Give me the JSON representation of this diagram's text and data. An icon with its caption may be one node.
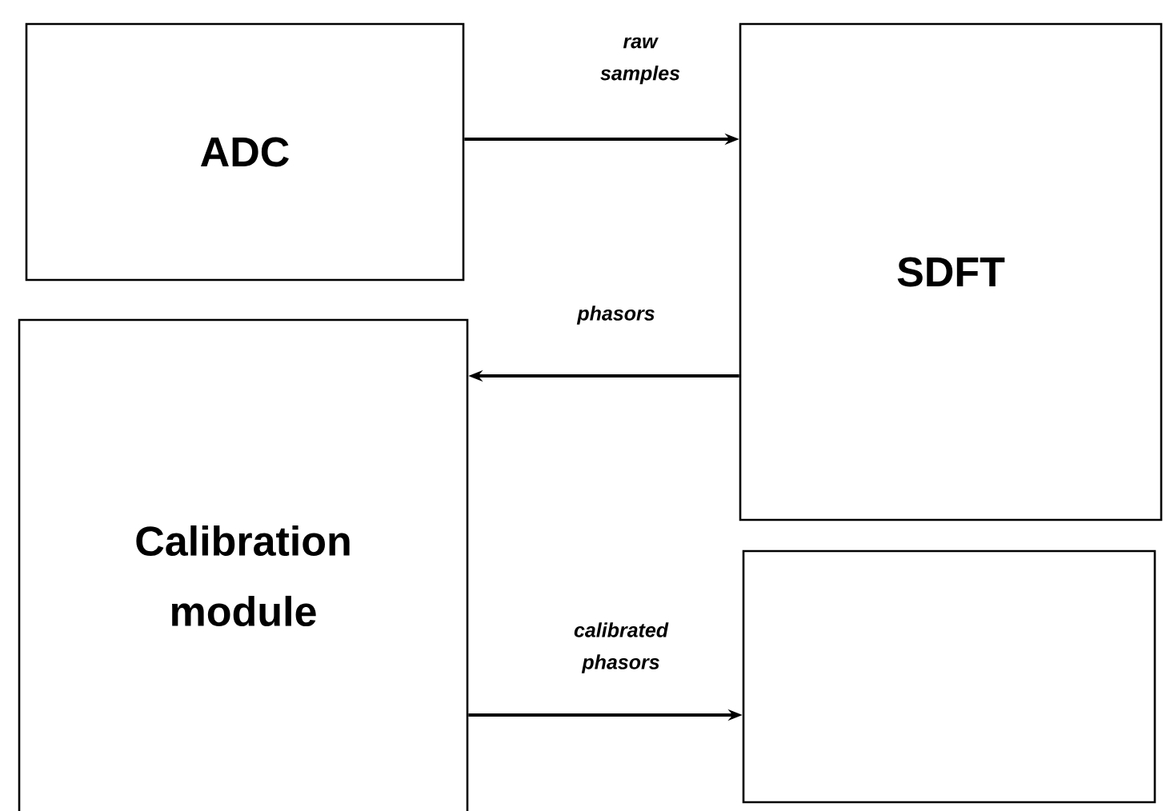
{
  "diagram": {
    "nodes": [
      {
        "text": [
          "ADC"
        ]
      },
      {
        "text": [
          "SDFT"
        ]
      },
      {
        "text": [
          "Calibration module"
        ]
      },
      {
        "text": [],
        "shape": "box"
      }
    ],
    "edges": [
      {
        "from": 0,
        "to": 1,
        "arrow": "to",
        "label": "raw samples"
      },
      {
        "from": 1,
        "to": 2,
        "arrow": "to",
        "label": "phasors"
      },
      {
        "from": 2,
        "to": 3,
        "arrow": "to",
        "label": "calibrated phasors"
      }
    ]
  }
}
